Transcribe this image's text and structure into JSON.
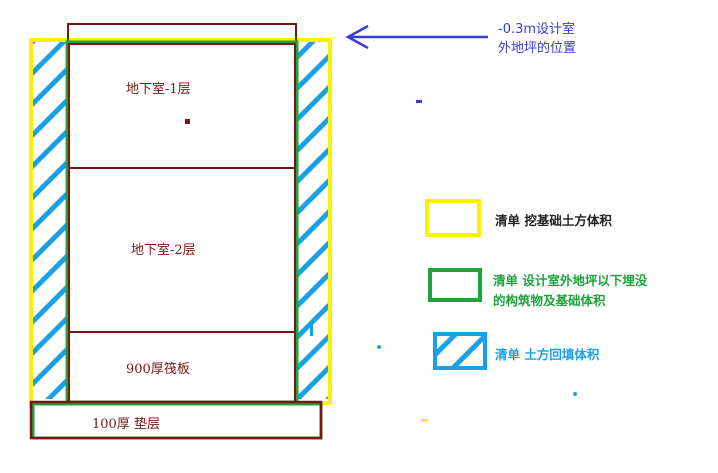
{
  "annotation": {
    "line1": "-0.3m设计室",
    "line2": "外地坪的位置"
  },
  "floors": {
    "b1": "地下室-1层",
    "b2": "地下室-2层",
    "raft": "900厚筏板",
    "cushion": "100厚 垫层"
  },
  "legend": [
    {
      "text": "清单   挖基础土方体积",
      "swatch": "yellow-outline"
    },
    {
      "text_line1": "清单   设计室外地坪以下埋没",
      "text_line2": "的构筑物及基础体积",
      "swatch": "green-outline"
    },
    {
      "text": "清单   土方回填体积",
      "swatch": "blue-hatch"
    }
  ],
  "colors": {
    "structure": "#7a1515",
    "excavation": "#ffef00",
    "buried_volume": "#1fa33a",
    "backfill": "#1aa0e6",
    "annotation": "#3b3bd6",
    "legend_text_yellow": "#222222",
    "legend_text_green": "#1fa33a",
    "legend_text_blue": "#1aa0e6"
  }
}
